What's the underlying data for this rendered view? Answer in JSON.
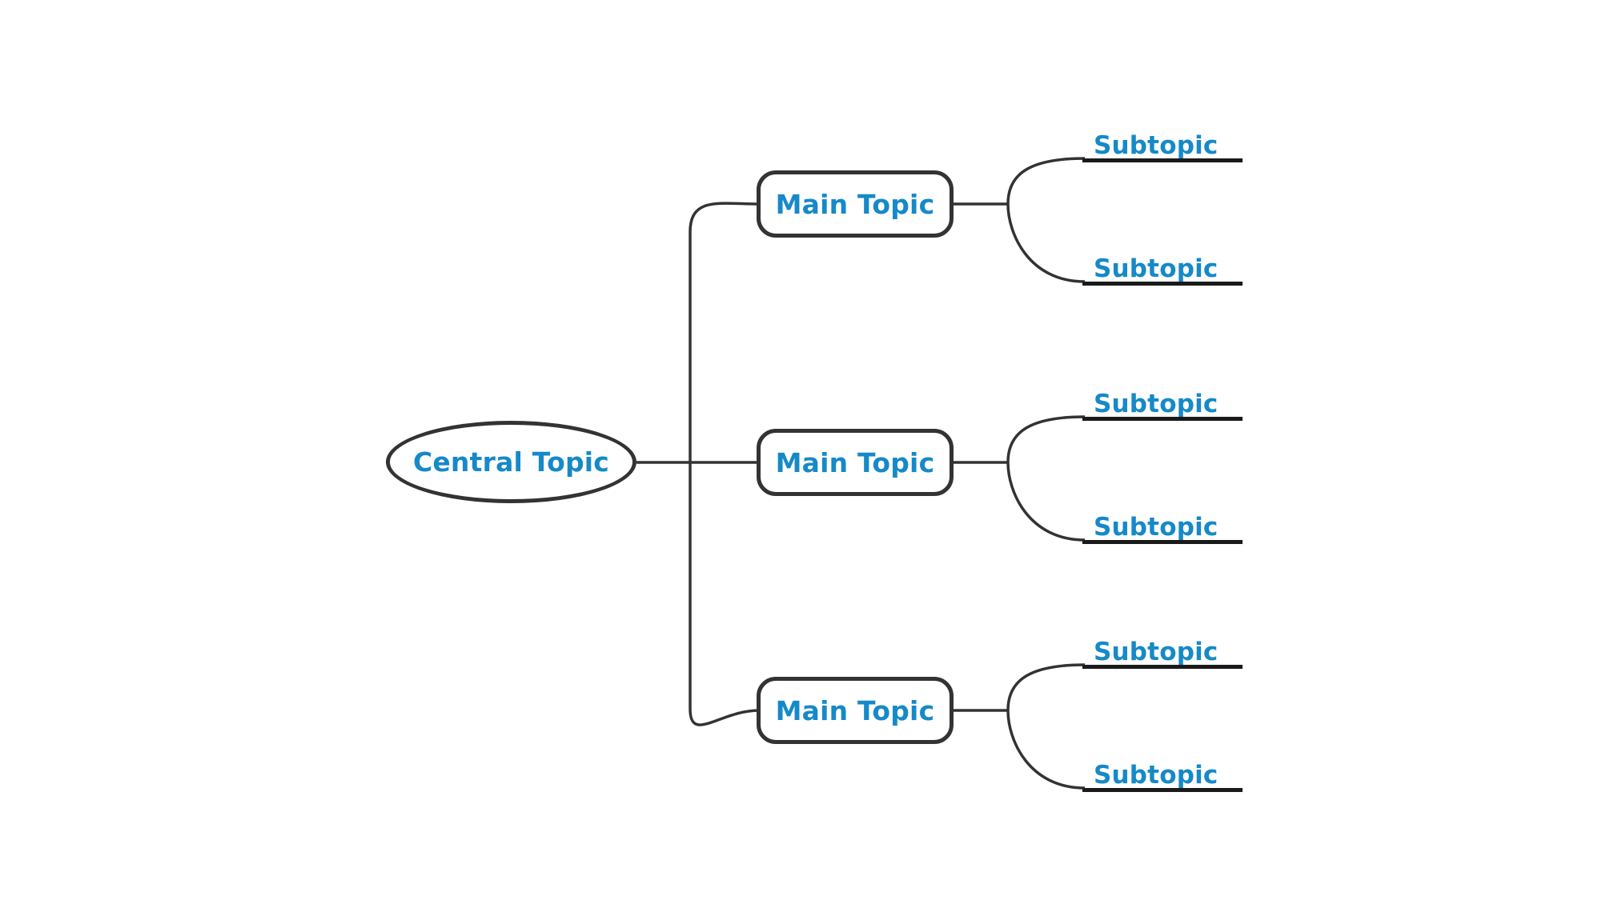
{
  "diagram": {
    "type": "mind-map",
    "background_color": "#ffffff",
    "accent_color": "#1689C8",
    "line_color": "#333333",
    "underline_color": "#1a1a1a",
    "central": {
      "label": "Central Topic",
      "shape": "ellipse"
    },
    "branches": [
      {
        "label": "Main Topic",
        "shape": "rounded-rectangle",
        "subtopics": [
          {
            "label": "Subtopic"
          },
          {
            "label": "Subtopic"
          }
        ]
      },
      {
        "label": "Main Topic",
        "shape": "rounded-rectangle",
        "subtopics": [
          {
            "label": "Subtopic"
          },
          {
            "label": "Subtopic"
          }
        ]
      },
      {
        "label": "Main Topic",
        "shape": "rounded-rectangle",
        "subtopics": [
          {
            "label": "Subtopic"
          },
          {
            "label": "Subtopic"
          }
        ]
      }
    ]
  }
}
